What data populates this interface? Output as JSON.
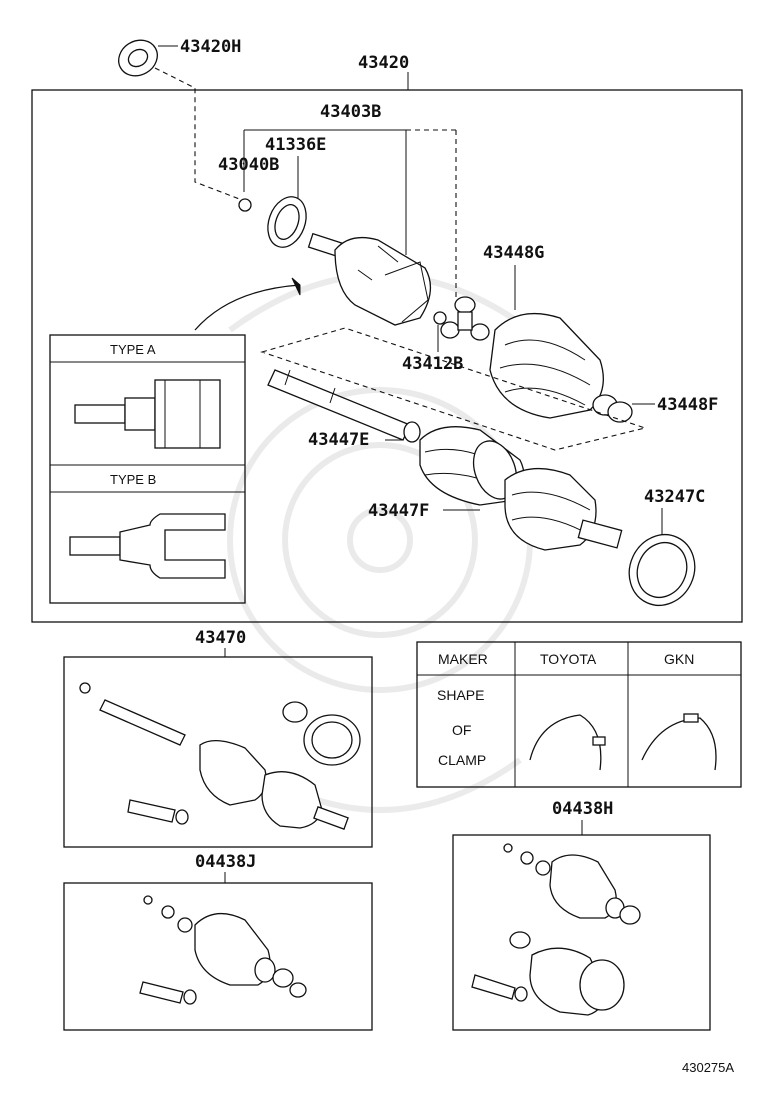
{
  "parts": {
    "p43420h": "43420H",
    "p43420": "43420",
    "p43403b": "43403B",
    "p41336e": "41336E",
    "p43040b": "43040B",
    "p43448g": "43448G",
    "p43412b": "43412B",
    "p43448f": "43448F",
    "p43447e": "43447E",
    "p43447f": "43447F",
    "p43247c": "43247C",
    "p43470": "43470",
    "p04438h": "04438H",
    "p04438j": "04438J"
  },
  "type_panel": {
    "type_a": "TYPE A",
    "type_b": "TYPE B"
  },
  "clamp_table": {
    "maker_header": "MAKER",
    "toyota": "TOYOTA",
    "gkn": "GKN",
    "shape": "SHAPE",
    "of": "OF",
    "clamp": "CLAMP"
  },
  "figure_id": "430275A",
  "icons": [
    "oil-seal-icon",
    "axle-shaft-icon",
    "boot-icon",
    "clamp-icon",
    "grease-tube-icon",
    "tripod-joint-icon"
  ]
}
